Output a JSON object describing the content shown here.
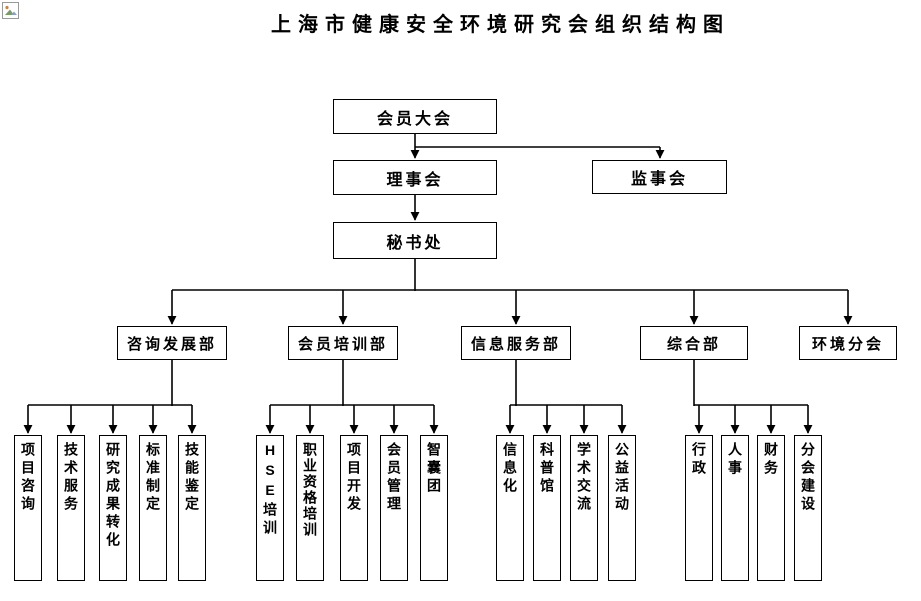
{
  "page": {
    "title": "上海市健康安全环境研究会组织结构图"
  },
  "icons": {
    "top_left": "broken-image-placeholder"
  },
  "org": {
    "assembly": "会员大会",
    "council": "理事会",
    "supervisors": "监事会",
    "secretariat": "秘书处",
    "departments": [
      {
        "label": "咨询发展部",
        "children": [
          "项目咨询",
          "技术服务",
          "研究成果转化",
          "标准制定",
          "技能鉴定"
        ]
      },
      {
        "label": "会员培训部",
        "children": [
          "HSE培训",
          "职业资格培训",
          "项目开发",
          "会员管理",
          "智囊团"
        ]
      },
      {
        "label": "信息服务部",
        "children": [
          "信息化",
          "科普馆",
          "学术交流",
          "公益活动"
        ]
      },
      {
        "label": "综合部",
        "children": [
          "行政",
          "人事",
          "财务",
          "分会建设"
        ]
      },
      {
        "label": "环境分会",
        "children": []
      }
    ]
  }
}
